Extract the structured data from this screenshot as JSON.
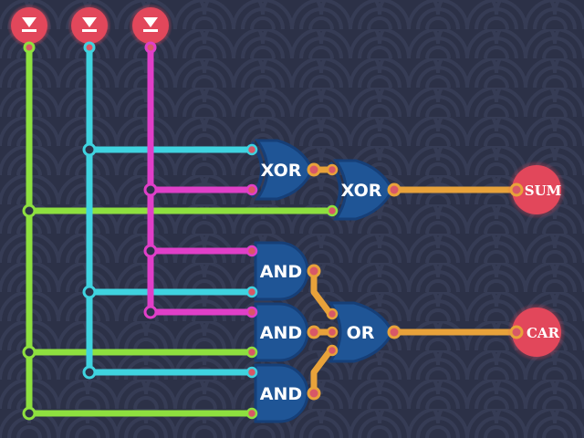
{
  "colors": {
    "background": "#2c3147",
    "wave_pattern": "#363c55",
    "wire_a": "#8ee03f",
    "wire_b": "#3fd3e0",
    "wire_c": "#e03fc8",
    "wire_out": "#e8a23a",
    "gate_fill": "#1f5596",
    "gate_stroke": "#163f78",
    "node_red": "#e2475b",
    "terminal": "#d85867"
  },
  "inputs": [
    {
      "name": "input-a",
      "icon": "down-triangle-icon"
    },
    {
      "name": "input-b",
      "icon": "down-triangle-icon"
    },
    {
      "name": "input-c",
      "icon": "down-triangle-icon"
    }
  ],
  "gates": {
    "xor1": "XOR",
    "xor2": "XOR",
    "and1": "AND",
    "and2": "AND",
    "and3": "AND",
    "or1": "OR"
  },
  "outputs": {
    "sum": "SUM",
    "carry": "CAR"
  }
}
